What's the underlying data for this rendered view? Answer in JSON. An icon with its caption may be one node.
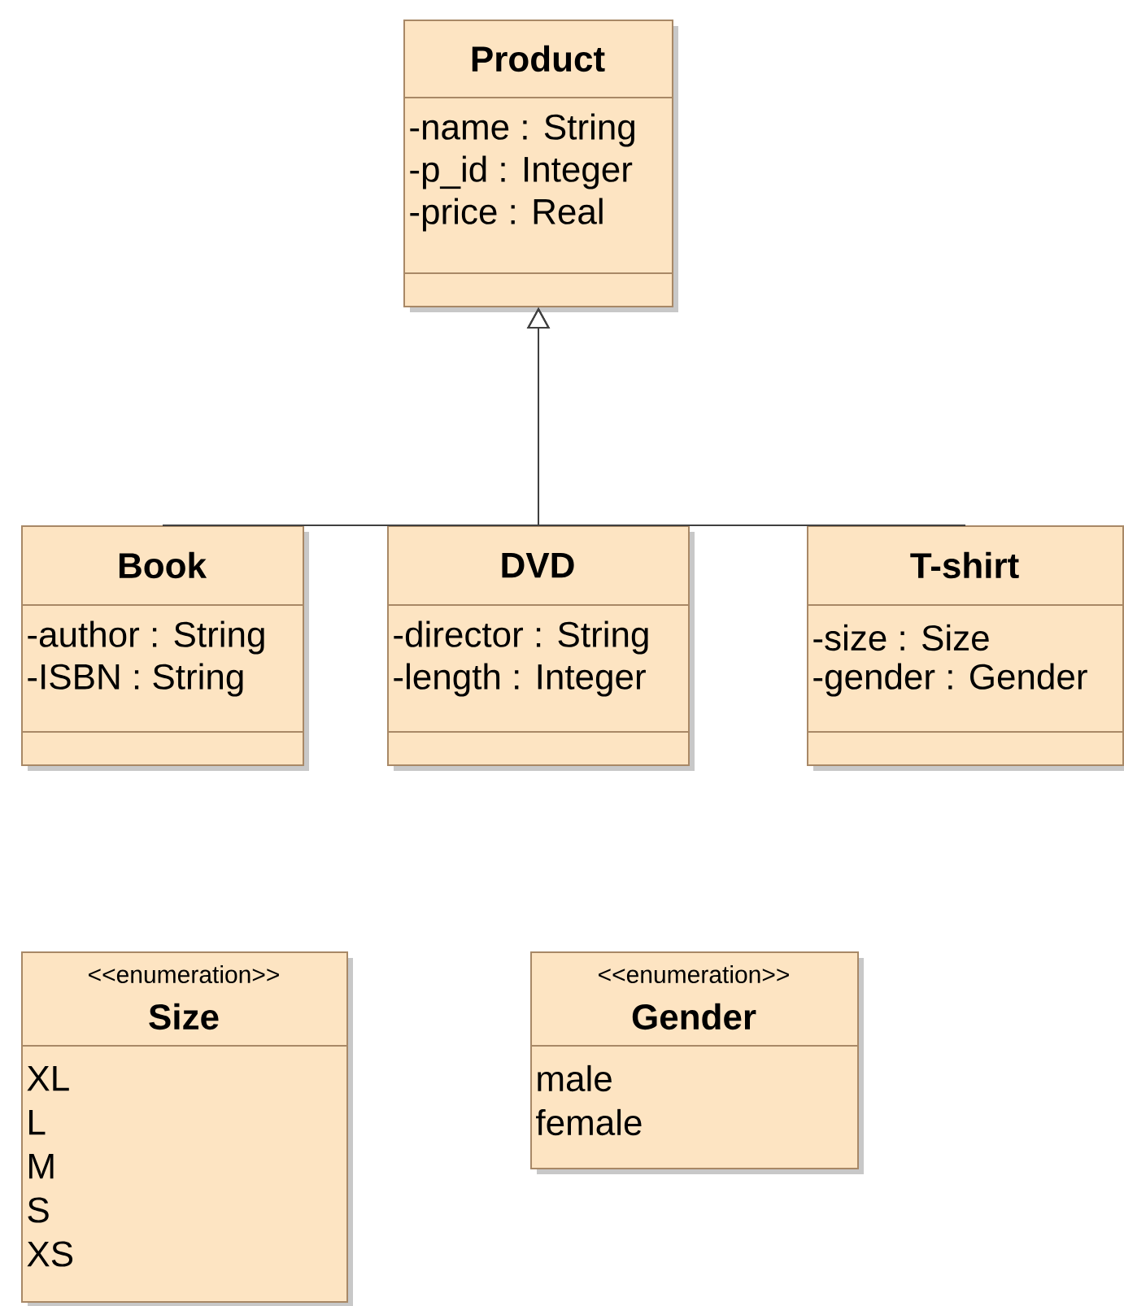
{
  "diagram": {
    "nodes": [
      {
        "text": [
          "Product",
          "-name : String",
          "-p_id : Integer",
          "-price : Real"
        ]
      },
      {
        "text": [
          "Book",
          "-author : String",
          "-ISBN : String"
        ]
      },
      {
        "text": [
          "DVD",
          "-director : String",
          "-length : Integer"
        ]
      },
      {
        "text": [
          "T-shirt",
          "-size : Size",
          "-gender : Gender"
        ]
      },
      {
        "text": [
          "<<enumeration>>",
          "Size",
          "XL",
          "L",
          "M",
          "S",
          "XS"
        ]
      },
      {
        "text": [
          "<<enumeration>>",
          "Gender",
          "male",
          "female"
        ]
      }
    ],
    "edges": [
      {
        "from": 1,
        "to": 0,
        "arrow": "to"
      },
      {
        "from": 2,
        "to": 0,
        "arrow": "to"
      },
      {
        "from": 3,
        "to": 0,
        "arrow": "to"
      }
    ]
  }
}
